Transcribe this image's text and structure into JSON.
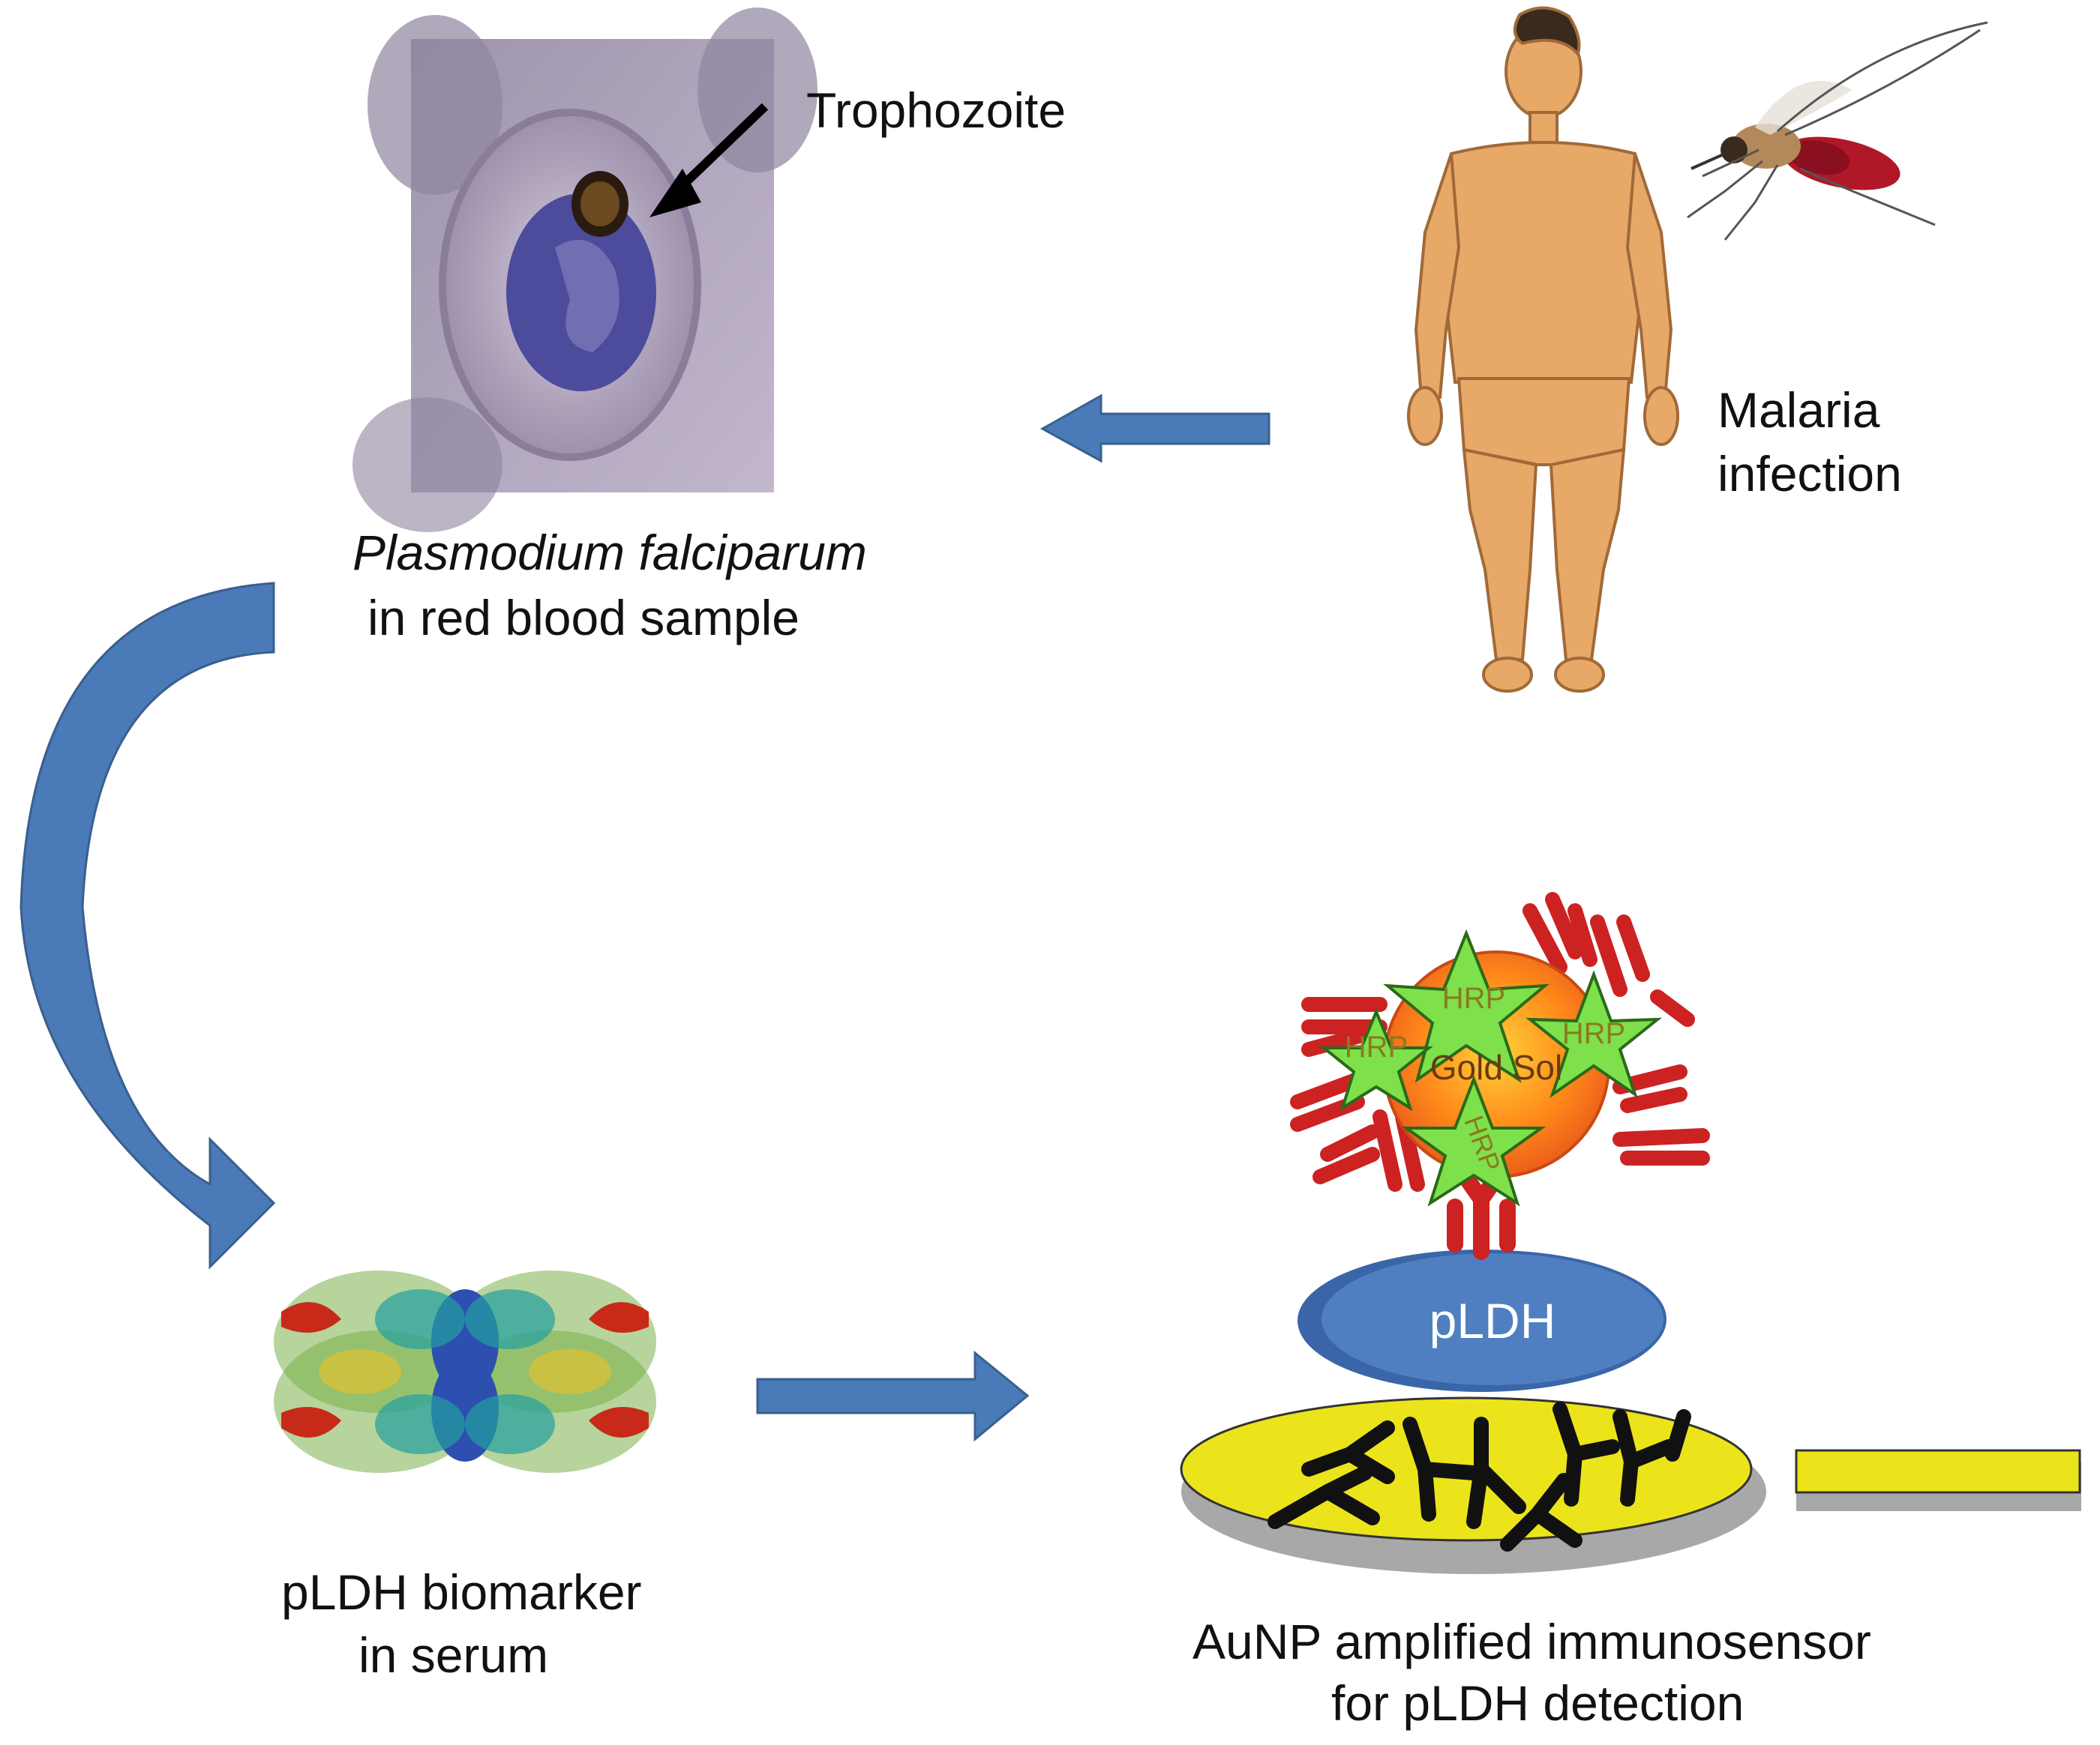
{
  "labels": {
    "trophozoite": "Trophozoite",
    "malaria_line1": "Malaria",
    "malaria_line2": "infection",
    "plasmodium_line1": "Plasmodium falciparum",
    "plasmodium_line2": "in red blood sample",
    "pldh_line1": "pLDH biomarker",
    "pldh_line2": "in serum",
    "aunp_line1": "AuNP amplified immunosensor",
    "aunp_line2": "for pLDH detection"
  },
  "diagram": {
    "gold_sol": "Gold Sol",
    "hrp": "HRP",
    "pldh_label": "pLDH"
  },
  "colors": {
    "arrow_blue": "#4a7ab8",
    "arrow_outline": "#3a5f8f",
    "skin": "#e8a868",
    "electrode_yellow": "#ece41a",
    "antibody_red": "#cc2222",
    "hrp_green": "#7ee04a",
    "pldh_blue": "#4f7fc1"
  }
}
